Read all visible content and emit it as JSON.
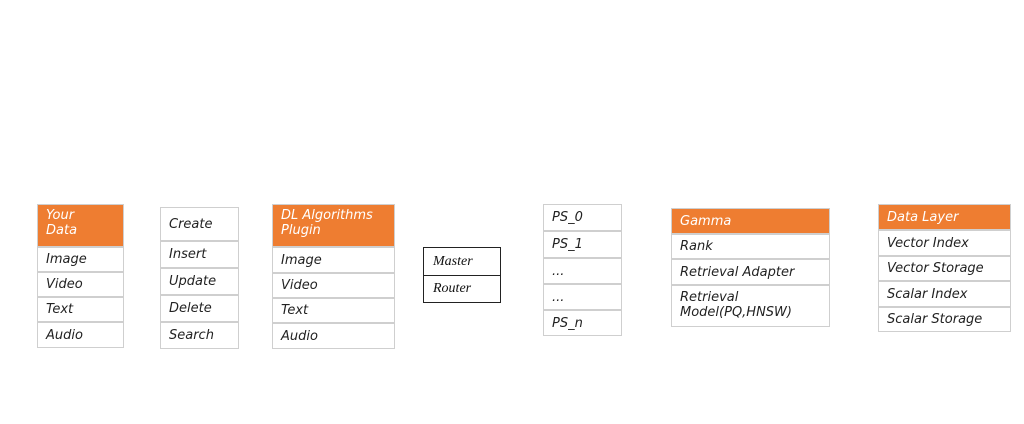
{
  "your_data": {
    "header": "Your Data",
    "items": [
      "Image",
      "Video",
      "Text",
      "Audio"
    ]
  },
  "operations": {
    "items": [
      "Create",
      "Insert",
      "Update",
      "Delete",
      "Search"
    ]
  },
  "dl_plugin": {
    "header": "DL Algorithms Plugin",
    "items": [
      "Image",
      "Video",
      "Text",
      "Audio"
    ]
  },
  "master_router": {
    "items": [
      "Master",
      "Router"
    ]
  },
  "ps_nodes": {
    "items": [
      "PS_0",
      "PS_1",
      "...",
      "...",
      "PS_n"
    ]
  },
  "gamma": {
    "header": "Gamma",
    "items": [
      "Rank",
      "Retrieval Adapter",
      "Retrieval Model(PQ,HNSW)"
    ]
  },
  "data_layer": {
    "header": "Data Layer",
    "items": [
      "Vector Index",
      "Vector Storage",
      "Scalar Index",
      "Scalar Storage"
    ]
  },
  "colors": {
    "header_bg": "#ee7d31",
    "border": "#cfcfcf"
  }
}
